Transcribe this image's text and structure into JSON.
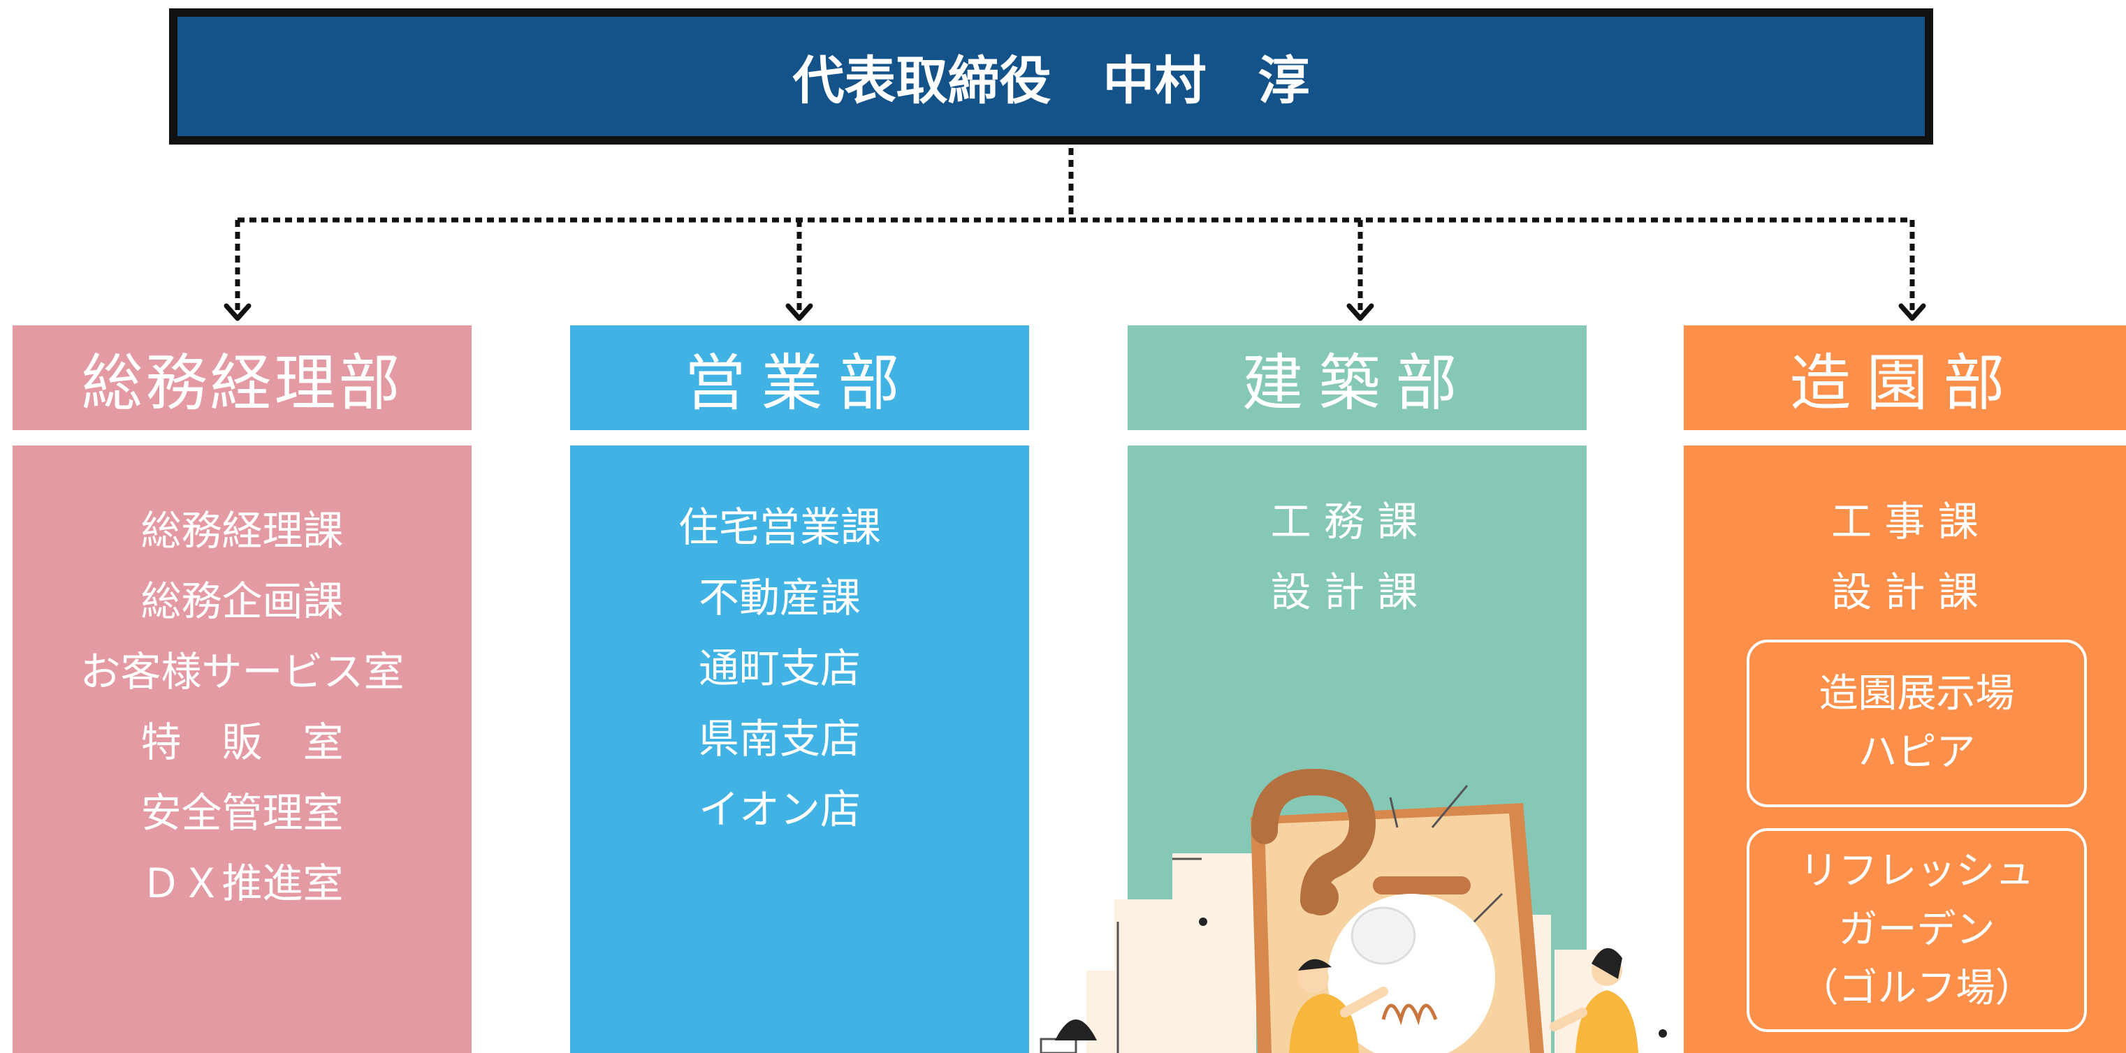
{
  "ceo": {
    "title": "代表取締役　中村　淳"
  },
  "departments": [
    {
      "name": "総務経理部",
      "color": "#e49aa3",
      "sections": [
        "総務経理課",
        "総務企画課",
        "お客様サービス室",
        "特　販　室",
        "安全管理室",
        "ＤＸ推進室"
      ]
    },
    {
      "name": "営業部",
      "color": "#41b2e4",
      "sections": [
        "住宅営業課",
        "不動産課",
        "通町支店",
        "県南支店",
        "イオン店"
      ]
    },
    {
      "name": "建築部",
      "color": "#86c8b6",
      "sections": [
        "工 務 課",
        "設 計 課"
      ]
    },
    {
      "name": "造園部",
      "color": "#fc8f49",
      "sections": [
        "工 事 課",
        "設 計 課"
      ],
      "facilities": [
        {
          "lines": [
            "造園展示場",
            "ハピア"
          ]
        },
        {
          "lines": [
            "リフレッシュ",
            "ガーデン",
            "（ゴルフ場）"
          ]
        }
      ]
    }
  ],
  "colors": {
    "ceo_bg": "#14528a",
    "ceo_border": "#111111",
    "connector": "#111111"
  },
  "illustration": {
    "description_icon": "question-lightbulb-illustration"
  }
}
